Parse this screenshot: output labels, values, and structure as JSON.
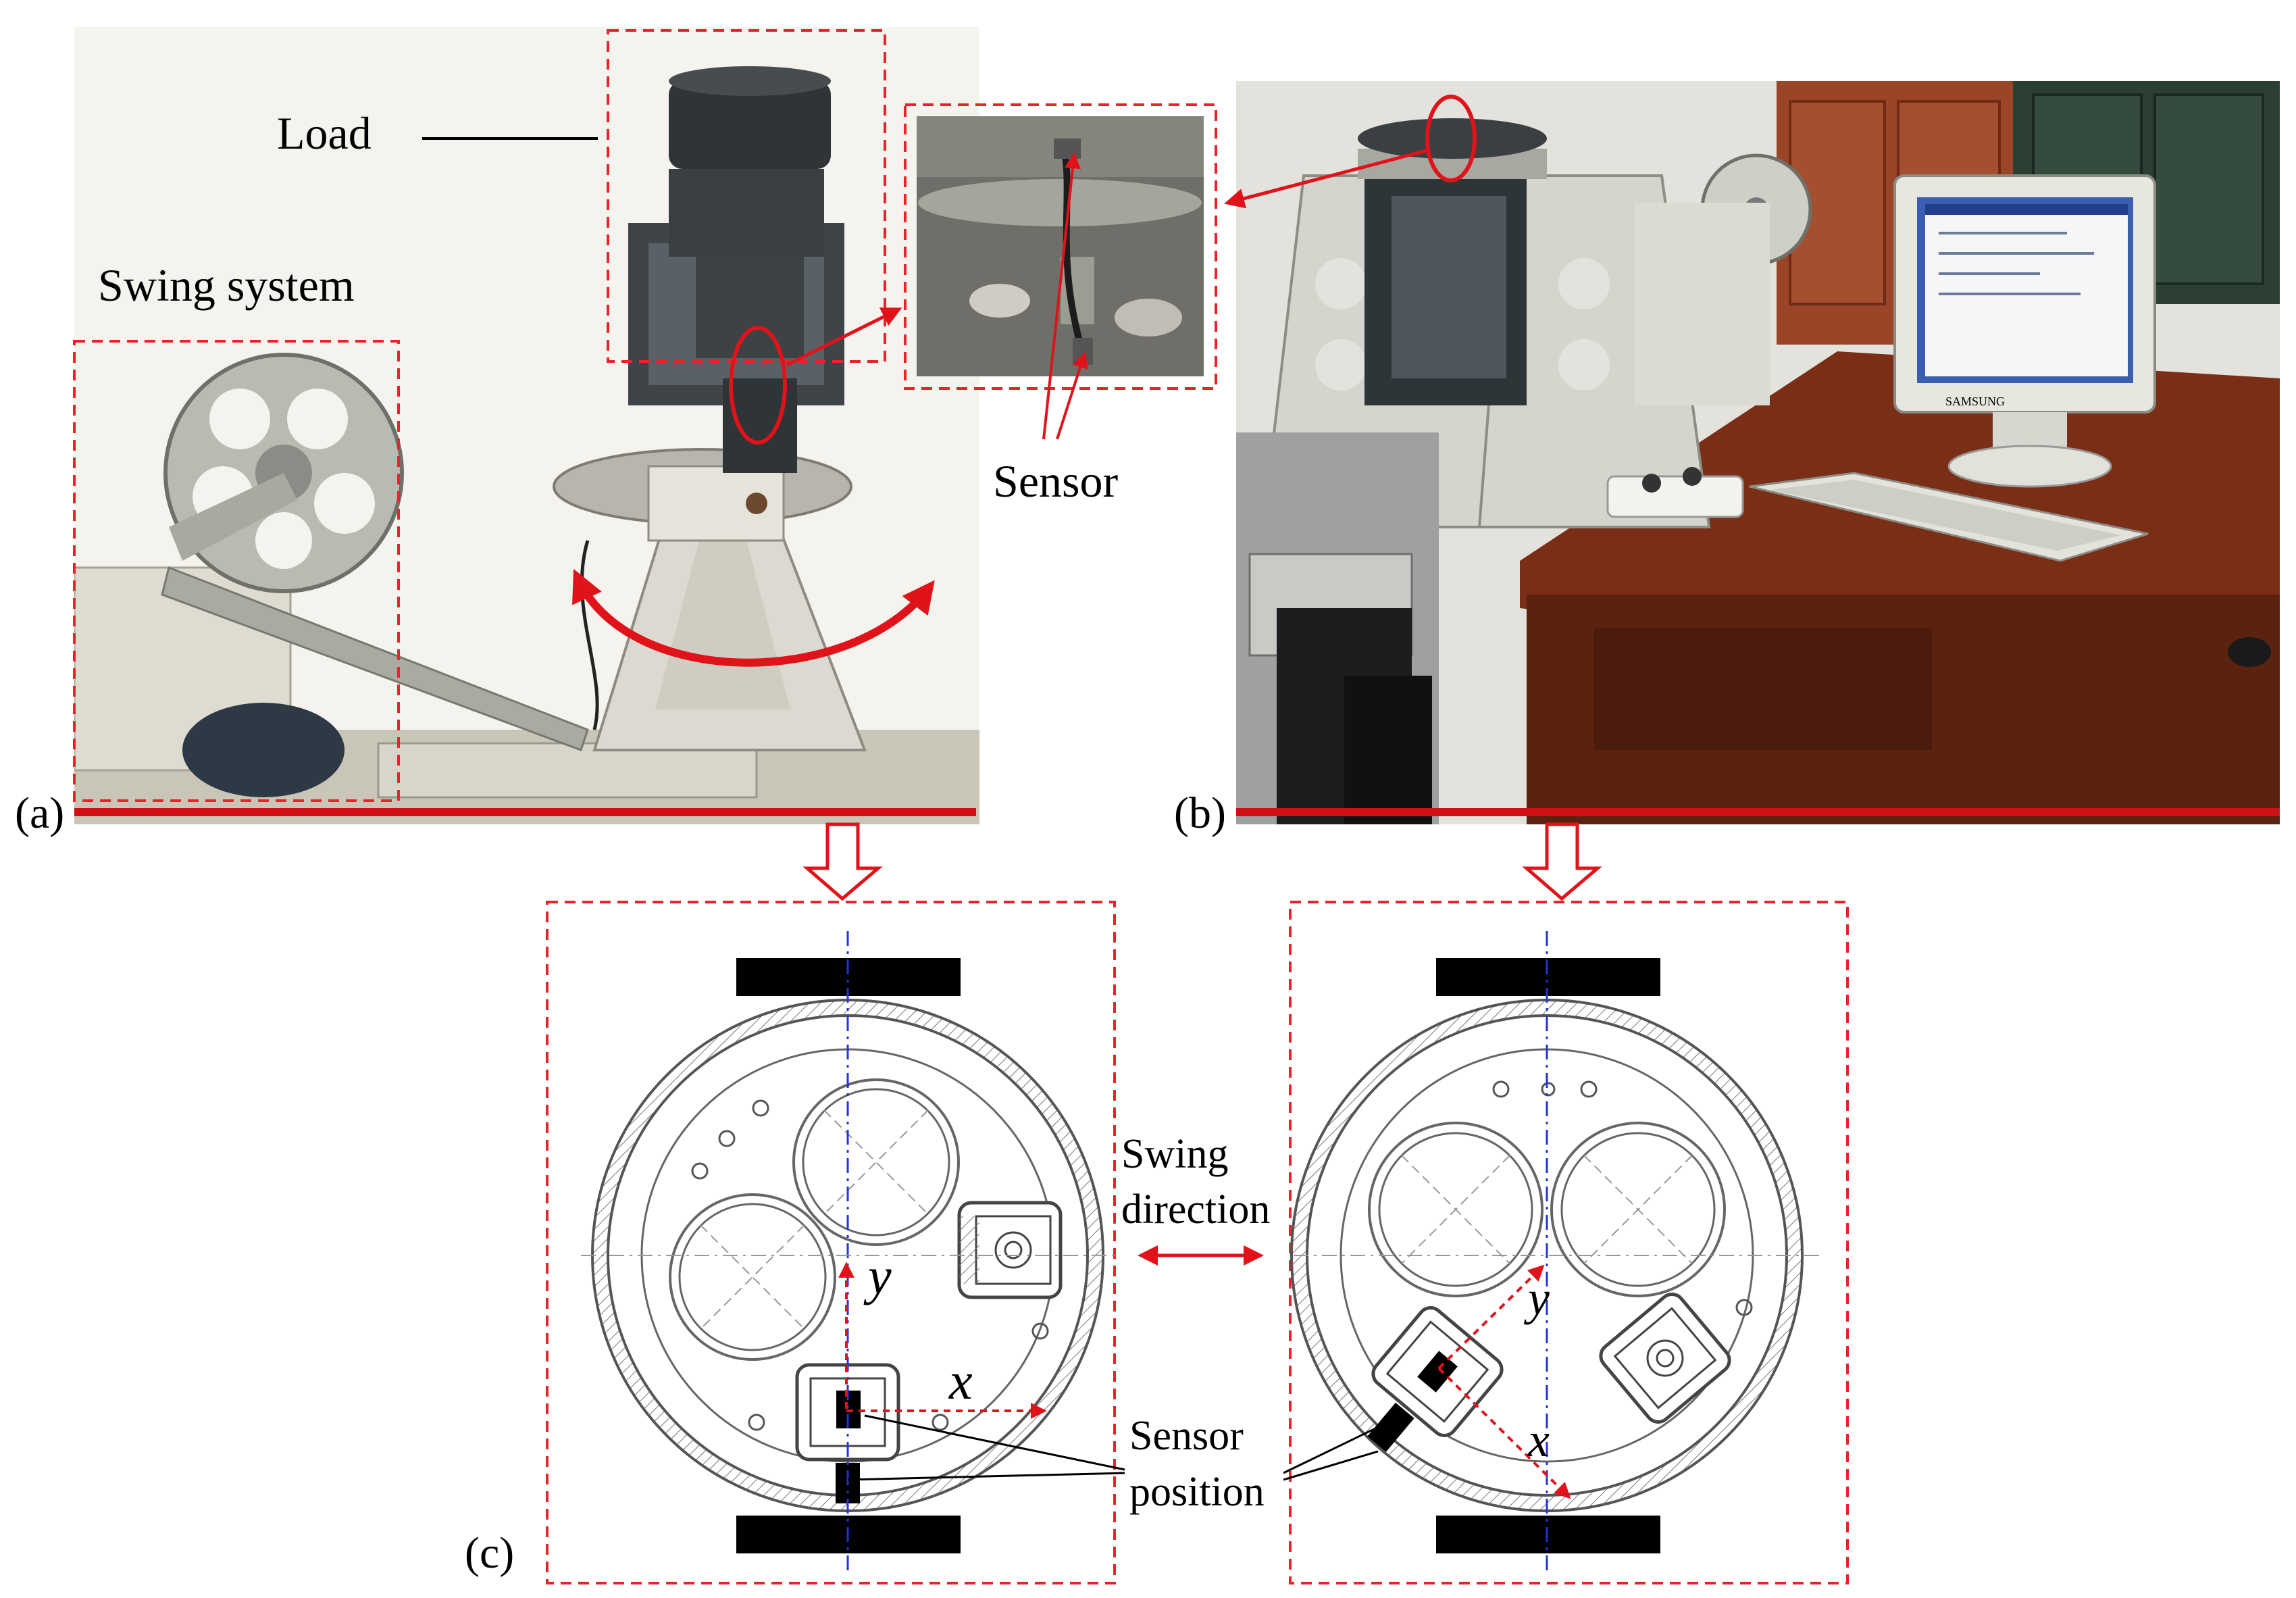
{
  "labels": {
    "load": "Load",
    "swing_system": "Swing system",
    "sensor": "Sensor",
    "swing_direction_line1": "Swing",
    "swing_direction_line2": "direction",
    "sensor_position_line1": "Sensor",
    "sensor_position_line2": "position",
    "axis_y": "y",
    "axis_x": "x",
    "axis_y_right": "y",
    "axis_x_right": "x"
  },
  "panels": {
    "a": "(a)",
    "b": "(b)",
    "c": "(c)"
  },
  "monitor": {
    "brand": "SAMSUNG"
  },
  "colors": {
    "annotation_red": "#e0131a",
    "dash_red": "#e8232a",
    "axis_blue": "#2233dd",
    "drawing_gray": "#666666",
    "cream": "#ece9dc"
  }
}
